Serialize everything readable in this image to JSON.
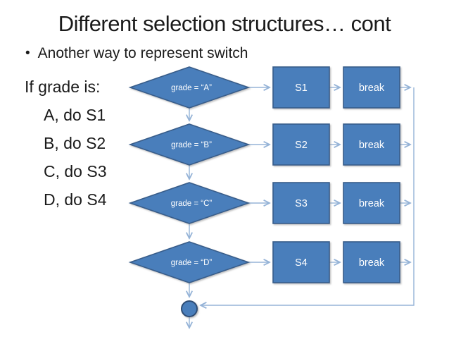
{
  "slide": {
    "title": "Different selection structures… cont",
    "bullet_glyph": "•",
    "bullet_text": "Another way to represent switch",
    "left_text": {
      "intro": "If grade is:",
      "items": [
        "A, do S1",
        "B, do S2",
        "C, do S3",
        "D, do S4"
      ]
    }
  },
  "flowchart": {
    "decisions": [
      "grade = “A”",
      "grade = “B”",
      "grade = “C”",
      "grade = “D”"
    ],
    "process_labels": [
      "S1",
      "S2",
      "S3",
      "S4"
    ],
    "break_label": "break",
    "colors": {
      "shape_fill": "#4a7ebb",
      "shape_border": "#385d8a",
      "connector": "#95b3d7",
      "shape_text": "#ffffff"
    }
  }
}
